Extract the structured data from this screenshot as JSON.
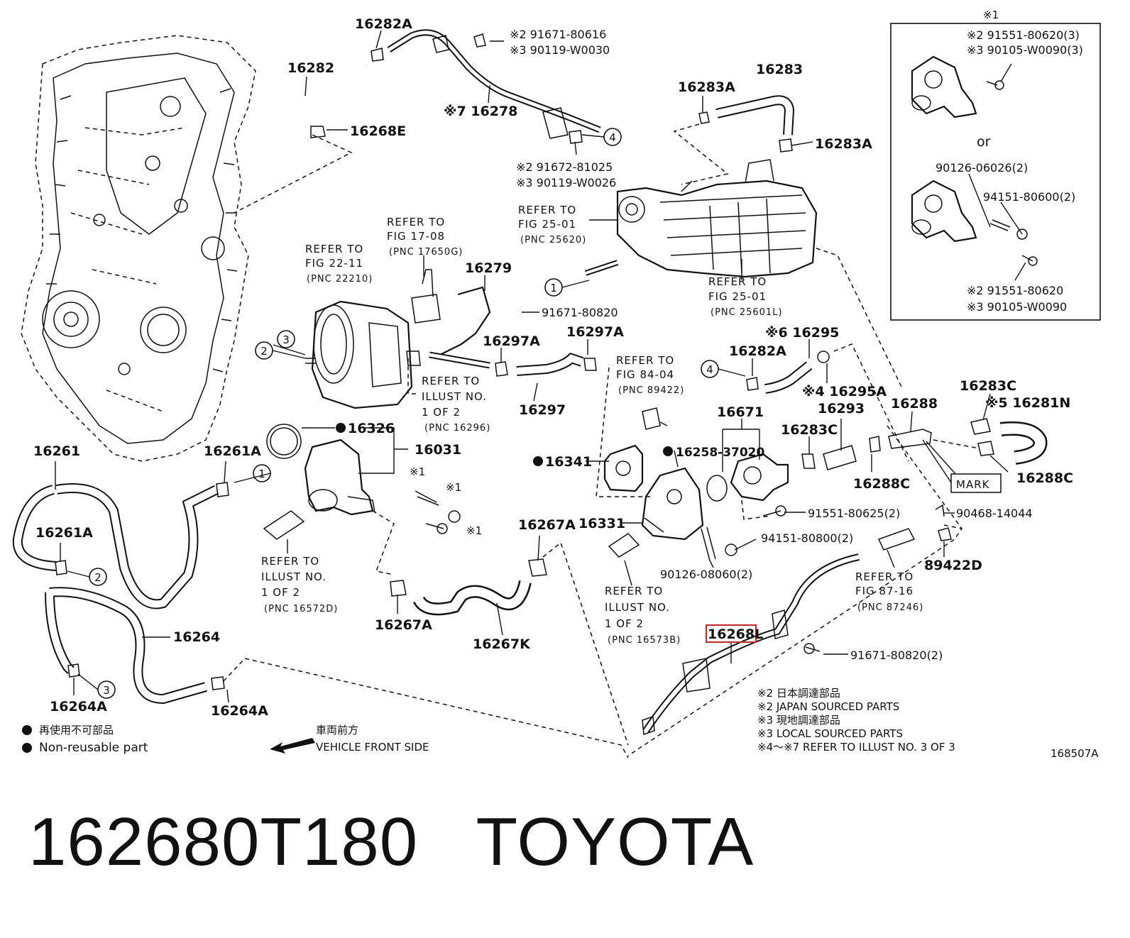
{
  "labels": {
    "p16282A": "16282A",
    "p16282": "16282",
    "p16268E": "16268E",
    "p16278": "※7 16278",
    "bolt_top_1": "※2 91671-80616",
    "bolt_top_2": "※3 90119-W0030",
    "bolt_mid_1": "※2 91672-81025",
    "bolt_mid_2": "※3 90119-W0026",
    "p16283A_a": "16283A",
    "p16283": "16283",
    "p16283A_b": "16283A",
    "ref_17_08": [
      "REFER TO",
      "FIG 17-08",
      "(PNC 17650G)"
    ],
    "ref_22_11": [
      "REFER TO",
      "FIG 22-11",
      "(PNC 22210)"
    ],
    "ref_25_01a": [
      "REFER TO",
      "FIG 25-01",
      "(PNC 25620)"
    ],
    "ref_25_01b": [
      "REFER TO",
      "FIG 25-01",
      "(PNC 25601L)"
    ],
    "p16279": "16279",
    "bolt_91671_80820": "91671-80820",
    "p16297A_a": "16297A",
    "p16297A_b": "16297A",
    "p16297": "16297",
    "ref_illust_16296": [
      "REFER TO",
      "ILLUST NO.",
      "1 OF 2",
      "(PNC 16296)"
    ],
    "ref_84_04": [
      "REFER TO",
      "FIG 84-04",
      "(PNC 89422)"
    ],
    "p16282A_b": "16282A",
    "p16295": "※6 16295",
    "p16295A": "※4 16295A",
    "p16293": "16293",
    "p16283C_a": "16283C",
    "p16283C_b": "16283C",
    "p16281N": "※5 16281N",
    "p16288": "16288",
    "p16288C_a": "16288C",
    "p16288C_b": "16288C",
    "mark": "MARK",
    "p16326": "16326",
    "p16031": "16031",
    "p16341": "16341",
    "p16671": "16671",
    "p16258": "16258-37020",
    "p16331": "16331",
    "bolt_91551_80625": "91551-80625(2)",
    "bolt_94151_80800": "94151-80800(2)",
    "bolt_90126_08060": "90126-08060(2)",
    "bolt_90468_14044": "90468-14044",
    "p89422D": "89422D",
    "ref_87_16": [
      "REFER TO",
      "FIG 87-16",
      "(PNC 87246)"
    ],
    "p16261": "16261",
    "p16261A_a": "16261A",
    "p16261A_b": "16261A",
    "p16264": "16264",
    "p16264A_a": "16264A",
    "p16264A_b": "16264A",
    "ref_illust_16572D": [
      "REFER TO",
      "ILLUST NO.",
      "1 OF 2",
      "(PNC 16572D)"
    ],
    "ref_illust_16573B": [
      "REFER TO",
      "ILLUST NO.",
      "1 OF 2",
      "(PNC 16573B)"
    ],
    "p16267A_a": "16267A",
    "p16267A_b": "16267A",
    "p16267K": "16267K",
    "p16268L": "16268L",
    "bolt_91671_80820_2": "91671-80820(2)",
    "mark1_a": "※1",
    "mark1_b": "※1",
    "mark1_c": "※1",
    "box_mark": "※1",
    "box_bolt_a1": "※2 91551-80620(3)",
    "box_bolt_a2": "※3 90105-W0090(3)",
    "box_or": "or",
    "box_bolt_b": "90126-06026(2)",
    "box_bolt_c": "94151-80600(2)",
    "box_bolt_d1": "※2 91551-80620",
    "box_bolt_d2": "※3 90105-W0090",
    "circle_1": "1",
    "circle_2": "2",
    "circle_3": "3",
    "circle_4": "4"
  },
  "legend": {
    "jp_nonreusable": "再使用不可部品",
    "en_nonreusable": "Non-reusable part",
    "jp_front": "車両前方",
    "en_front": "VEHICLE FRONT SIDE"
  },
  "notes": [
    "※2  日本調達部品",
    "※2  JAPAN SOURCED PARTS",
    "※3  現地調達部品",
    "※3  LOCAL SOURCED PARTS",
    "※4～※7  REFER TO ILLUST NO. 3 OF 3"
  ],
  "figure_id": "168507A",
  "caption": "162680T180   TOYOTA",
  "colors": {
    "highlight": "#e02020",
    "ink": "#111111"
  }
}
